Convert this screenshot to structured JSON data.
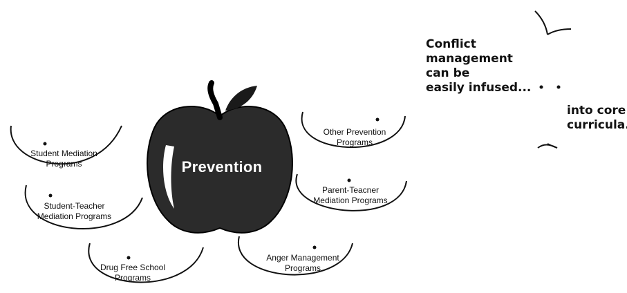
{
  "center": {
    "label": "Prevention"
  },
  "programs": [
    {
      "id": "student-mediation",
      "line1": "Student Mediation",
      "line2": "Programs"
    },
    {
      "id": "student-teacher",
      "line1": "Student-Teacher",
      "line2": "Mediation Programs"
    },
    {
      "id": "drug-free",
      "line1": "Drug Free School",
      "line2": "Programs"
    },
    {
      "id": "anger-management",
      "line1": "Anger Management",
      "line2": "Programs"
    },
    {
      "id": "parent-teacher",
      "line1": "Parent-Teacner",
      "line2": "Mediation Programs"
    },
    {
      "id": "other-prevention",
      "line1": "Other Prevention",
      "line2": "Programs"
    }
  ],
  "message": {
    "left": [
      "Conflict",
      "management",
      "can be",
      "easily infused..."
    ],
    "right": [
      "into core",
      "curricula."
    ]
  },
  "colors": {
    "apple": "#2b2b2b",
    "leaf": "#1a1a1a",
    "ink": "#111111"
  }
}
